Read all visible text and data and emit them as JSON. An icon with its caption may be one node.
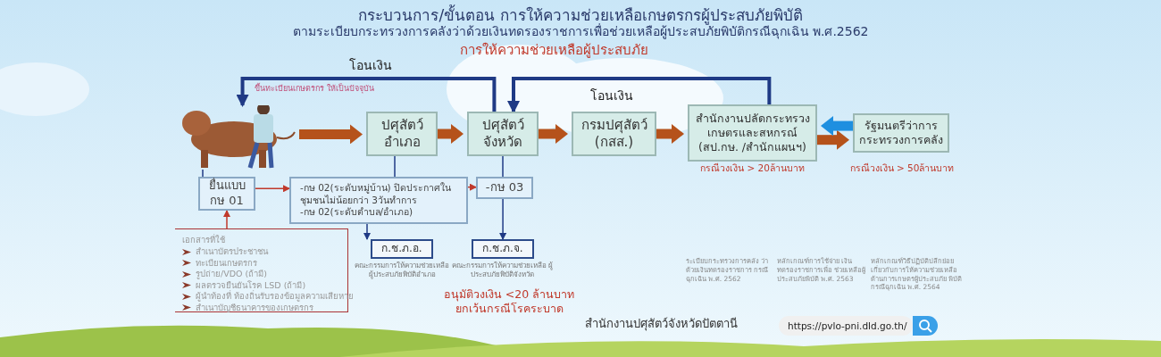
{
  "diagram": {
    "title": "กระบวนการ/ขั้นตอน การให้ความช่วยเหลือเกษตรกรผู้ประสบภัยพิบัติ",
    "nodes": [
      {
        "text": [],
        "shape": "picture",
        "beside": [
          "ขึ้นทะเบียนเกษตรกร ให้เป็นปัจจุบัน"
        ]
      },
      {
        "text": [
          "ปศุสัตว์ อำเภอ"
        ]
      },
      {
        "text": [
          "ปศุสัตว์ จังหวัด"
        ]
      },
      {
        "text": [
          "กรมปศุสัตว์ (กสส.)"
        ]
      },
      {
        "text": [
          "สำนักงานปลัดกระทรวง เกษตรและสหกรณ์ (สป.กษ. /สำนักแผนฯ)"
        ],
        "beside": [
          "กรณีวงเงิน > 20ล้านบาท"
        ]
      },
      {
        "text": [
          "รัฐมนตรีว่าการ กระทรวงการคลัง"
        ],
        "beside": [
          "กรณีวงเงิน > 50ล้านบาท"
        ]
      },
      {
        "text": [
          "ยื่นแบบ กษ 01"
        ]
      },
      {
        "text": [
          "-กษ 02(ระดับหมู่บ้าน) ปิดประกาศในชุมชนไม่น้อยกว่า 3วันทำการ",
          "-กษ 02(ระดับตำบล/อำเภอ)"
        ]
      },
      {
        "text": [
          "-กษ 03"
        ]
      },
      {
        "text": [
          "ก.ช.ภ.อ."
        ],
        "beside": [
          "คณะกรรมการให้ความช่วยเหลือ ผู้ประสบภัยพิบัติอำเภอ"
        ]
      },
      {
        "text": [
          "ก.ช.ภ.จ."
        ],
        "beside": [
          "คณะกรรมการให้ความช่วยเหลือ ผู้ประสบภัยพิบัติจังหวัด"
        ]
      },
      {
        "text": [
          "เอกสารที่ใช้",
          "สำเนาบัตรประชาชน",
          "ทะเบียนเกษตรกร",
          "รูปถ่าย/VDO (ถ้ามี)",
          "ผลตรวจยืนยันโรค LSD (ถ้ามี)",
          "ผู้นำท้องที่ ท้องถิ่นรับรองข้อมูลความเสียหาย",
          "สำเนาบัญชีธนาคารของเกษตรกร"
        ]
      }
    ],
    "edges": [
      {
        "from": 0,
        "to": 1,
        "arrow": "to",
        "style": "thick",
        "color": "#b5521b"
      },
      {
        "from": 1,
        "to": 2,
        "arrow": "to",
        "style": "thick",
        "color": "#b5521b"
      },
      {
        "from": 2,
        "to": 3,
        "arrow": "to",
        "style": "thick",
        "color": "#b5521b"
      },
      {
        "from": 3,
        "to": 4,
        "arrow": "to",
        "style": "thick",
        "color": "#b5521b"
      },
      {
        "from": 4,
        "to": 5,
        "arrow": "to",
        "style": "thick",
        "color": "#b5521b"
      },
      {
        "from": 5,
        "to": 4,
        "arrow": "to",
        "style": "thick",
        "color": "#1e8fe0"
      },
      {
        "from": 2,
        "to": 0,
        "arrow": "to",
        "label": "โอนเงิน",
        "style": "thick"
      },
      {
        "from": 4,
        "to": 2,
        "arrow": "to",
        "label": "โอนเงิน",
        "style": "thick"
      },
      {
        "from": 0,
        "to": 6,
        "arrow": "none"
      },
      {
        "from": 1,
        "to": 7,
        "arrow": "none"
      },
      {
        "from": 2,
        "to": 8,
        "arrow": "none"
      },
      {
        "from": 6,
        "to": 7,
        "arrow": "to",
        "color": "#c0392b"
      },
      {
        "from": 7,
        "to": 8,
        "arrow": "to",
        "color": "#c0392b"
      },
      {
        "from": 11,
        "to": 6,
        "arrow": "to",
        "color": "#c0392b"
      },
      {
        "from": 7,
        "to": 9,
        "arrow": "to"
      },
      {
        "from": 8,
        "to": 10,
        "arrow": "to"
      }
    ],
    "labels": [
      "ตามระเบียบกระทรวงการคลังว่าด้วยเงินทดรองราชการเพื่อช่วยเหลือผู้ประสบภัยพิบัติกรณีฉุกเฉิน พ.ศ.2562",
      "การให้ความช่วยเหลือผู้ประสบภัย",
      "อนุมัติวงเงิน <20 ล้านบาท ยกเว้นกรณีโรคระบาด",
      "ระเบียบกระทรวงการคลัง ว่าด้วยเงินทดรองราชการ กรณีฉุกเฉิน พ.ศ. 2562",
      "หลักเกณฑ์การใช้จ่าย เงินทดรองราชการเพื่อ ช่วยเหลือผู้ประสบภัยพิบัติ พ.ศ. 2563",
      "หลักเกณฑ์วิธีปฏิบัติปลีกย่อย เกี่ยวกับการให้ความช่วยเหลือ ด้านการเกษตรผู้ประสบภัย พิบัติกรณีฉุกเฉิน พ.ศ. 2564",
      "สำนักงานปศุสัตว์จังหวัดปัตตานี",
      "https://pvlo-pni.dld.go.th/"
    ]
  }
}
